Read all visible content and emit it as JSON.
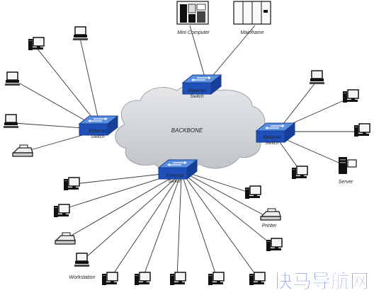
{
  "labels": {
    "mini_computer": "Mini Computer",
    "mainframe": "Mainframe",
    "backbone": "BACKBONE",
    "switch_line1": "Ethernet",
    "switch_line2": "Switch",
    "server": "Server",
    "printer": "Printer",
    "workstation": "Workstation"
  },
  "watermark": "快马导航网",
  "colors": {
    "switch_top": "#5b8fe0",
    "switch_front": "#1f4fb8",
    "cloud": "#d3d6da",
    "line": "#333333",
    "watermark": "#2f55c8"
  }
}
